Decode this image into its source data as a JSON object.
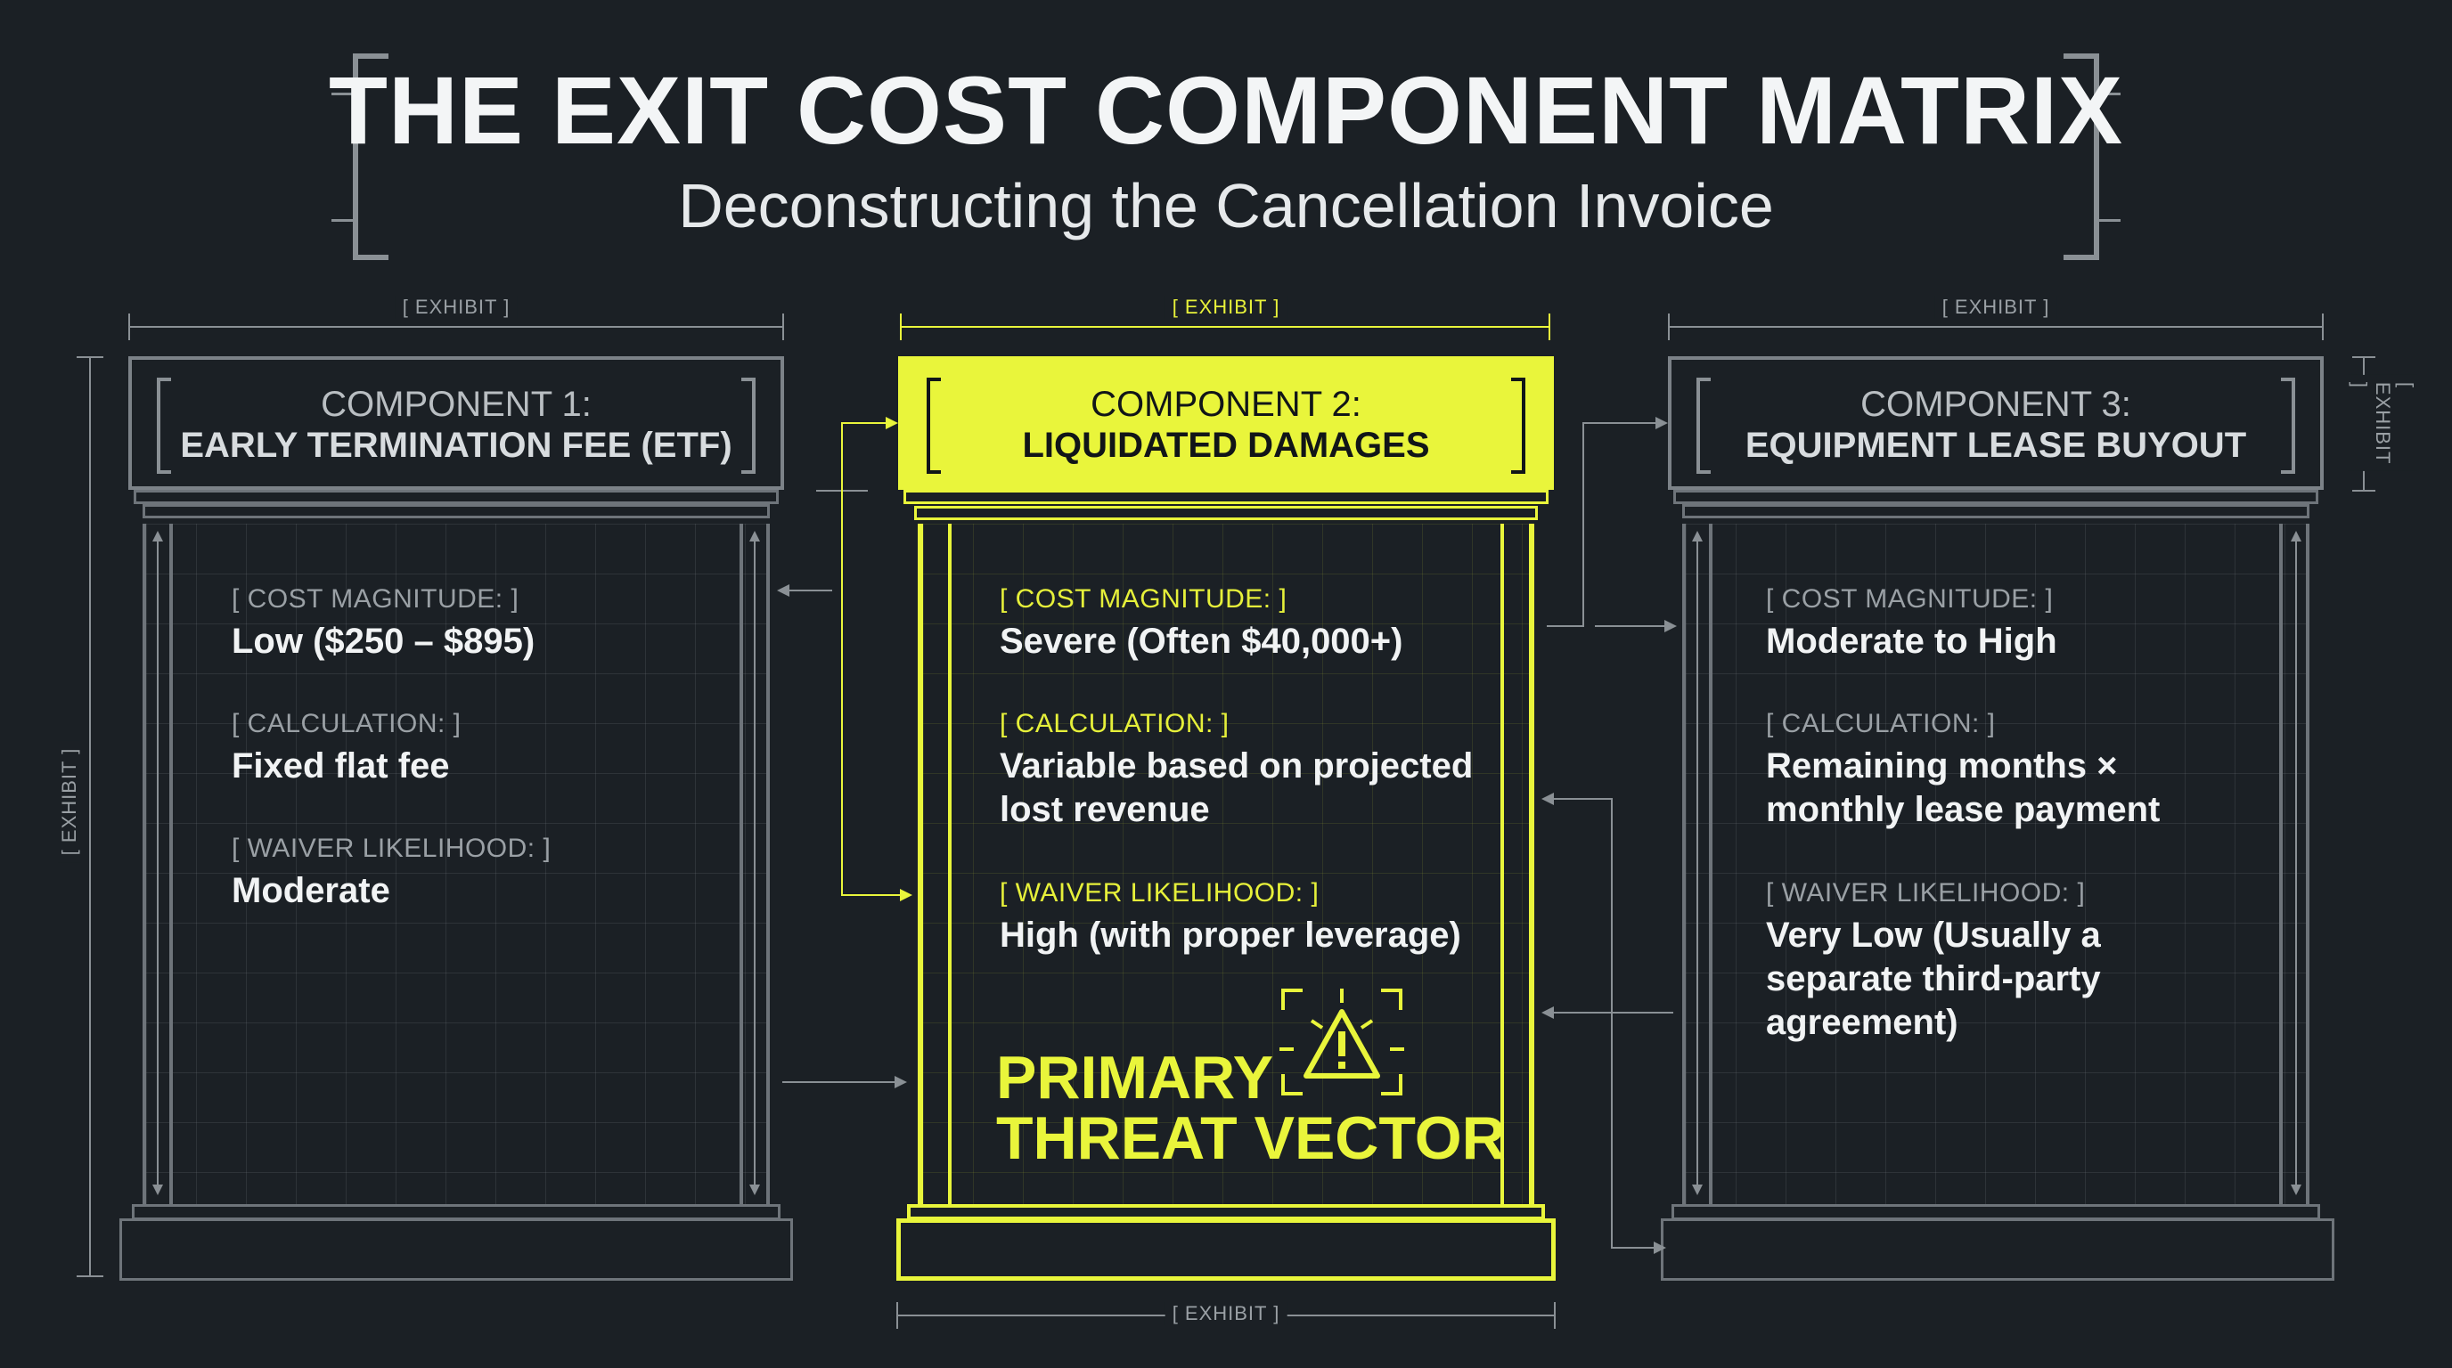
{
  "header": {
    "title": "THE EXIT COST COMPONENT MATRIX",
    "subtitle": "Deconstructing the Cancellation Invoice"
  },
  "exhibit_label": "[ EXHIBIT ]",
  "colors": {
    "background": "#1b2025",
    "accent": "#e9f53b",
    "line": "#8a9095"
  },
  "components": [
    {
      "heading": "COMPONENT 1:",
      "name": "EARLY TERMINATION FEE (ETF)",
      "cost_magnitude_label": "[ COST MAGNITUDE: ]",
      "cost_magnitude": "Low ($250 – $895)",
      "calculation_label": "[ CALCULATION: ]",
      "calculation": "Fixed flat fee",
      "waiver_label": "[ WAIVER LIKELIHOOD: ]",
      "waiver": "Moderate"
    },
    {
      "heading": "COMPONENT 2:",
      "name": "LIQUIDATED DAMAGES",
      "cost_magnitude_label": "[ COST MAGNITUDE: ]",
      "cost_magnitude": "Severe (Often $40,000+)",
      "calculation_label": "[ CALCULATION: ]",
      "calculation": "Variable based on projected lost revenue",
      "waiver_label": "[ WAIVER LIKELIHOOD: ]",
      "waiver": "High (with proper leverage)",
      "callout_line1": "PRIMARY",
      "callout_line2": "THREAT VECTOR",
      "callout_icon": "warning-triangle-icon"
    },
    {
      "heading": "COMPONENT 3:",
      "name": "EQUIPMENT LEASE BUYOUT",
      "cost_magnitude_label": "[ COST MAGNITUDE: ]",
      "cost_magnitude": "Moderate to High",
      "calculation_label": "[ CALCULATION: ]",
      "calculation": "Remaining months × monthly lease payment",
      "waiver_label": "[ WAIVER LIKELIHOOD: ]",
      "waiver": "Very Low (Usually a separate third-party agreement)"
    }
  ]
}
